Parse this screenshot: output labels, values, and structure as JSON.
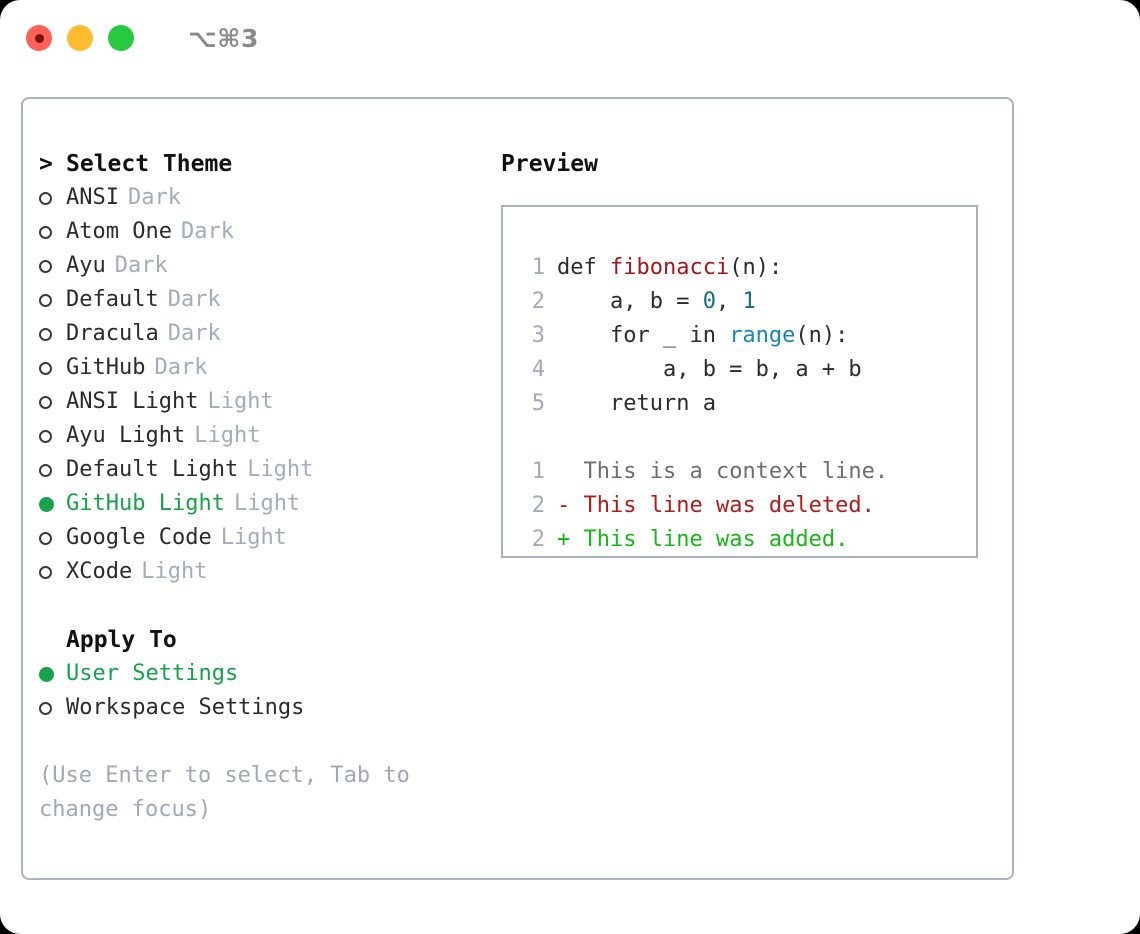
{
  "titlebar": {
    "shortcut": "⌥⌘3",
    "buttons": [
      {
        "name": "close",
        "color": "#ff6058"
      },
      {
        "name": "minimize",
        "color": "#febc2e"
      },
      {
        "name": "zoom",
        "color": "#27c93f"
      }
    ]
  },
  "theme_list": {
    "caret": ">",
    "header": "Select Theme",
    "items": [
      {
        "label": "ANSI",
        "tag": "Dark",
        "selected": false
      },
      {
        "label": "Atom One",
        "tag": "Dark",
        "selected": false
      },
      {
        "label": "Ayu",
        "tag": "Dark",
        "selected": false
      },
      {
        "label": "Default",
        "tag": "Dark",
        "selected": false
      },
      {
        "label": "Dracula",
        "tag": "Dark",
        "selected": false
      },
      {
        "label": "GitHub",
        "tag": "Dark",
        "selected": false
      },
      {
        "label": "ANSI Light",
        "tag": "Light",
        "selected": false
      },
      {
        "label": "Ayu Light",
        "tag": "Light",
        "selected": false
      },
      {
        "label": "Default Light",
        "tag": "Light",
        "selected": false
      },
      {
        "label": "GitHub Light",
        "tag": "Light",
        "selected": true
      },
      {
        "label": "Google Code",
        "tag": "Light",
        "selected": false
      },
      {
        "label": "XCode",
        "tag": "Light",
        "selected": false
      }
    ]
  },
  "apply_to": {
    "header": "Apply To",
    "items": [
      {
        "label": "User Settings",
        "selected": true
      },
      {
        "label": "Workspace Settings",
        "selected": false
      }
    ]
  },
  "hint": "(Use Enter to select, Tab to change focus)",
  "preview": {
    "header": "Preview",
    "code_lines": [
      {
        "num": "1",
        "segments": [
          {
            "text": "def ",
            "type": "plain"
          },
          {
            "text": "fibonacci",
            "type": "fn"
          },
          {
            "text": "(n):",
            "type": "plain"
          }
        ]
      },
      {
        "num": "2",
        "segments": [
          {
            "text": "    a, b = ",
            "type": "plain"
          },
          {
            "text": "0",
            "type": "num"
          },
          {
            "text": ", ",
            "type": "plain"
          },
          {
            "text": "1",
            "type": "num"
          }
        ]
      },
      {
        "num": "3",
        "segments": [
          {
            "text": "    for _ in ",
            "type": "plain"
          },
          {
            "text": "range",
            "type": "call"
          },
          {
            "text": "(n):",
            "type": "plain"
          }
        ]
      },
      {
        "num": "4",
        "segments": [
          {
            "text": "        a, b = b, a + b",
            "type": "plain"
          }
        ]
      },
      {
        "num": "5",
        "segments": [
          {
            "text": "    return a",
            "type": "plain"
          }
        ]
      }
    ],
    "diff_lines": [
      {
        "num": "1",
        "marker": " ",
        "text": "This is a context line.",
        "type": "ctx"
      },
      {
        "num": "2",
        "marker": "-",
        "text": "This line was deleted.",
        "type": "del"
      },
      {
        "num": "2",
        "marker": "+",
        "text": "This line was added.",
        "type": "add"
      }
    ]
  },
  "colors": {
    "accent_green": "#16a34a",
    "border": "#a8b2c0",
    "muted": "#a3acbb",
    "hint": "#a0a8b8",
    "fn": "#a3161c",
    "num": "#0b7285",
    "call": "#1787b8",
    "diff_add": "#16b816",
    "diff_del": "#b31b1b",
    "diff_ctx": "#6e6e6e"
  }
}
